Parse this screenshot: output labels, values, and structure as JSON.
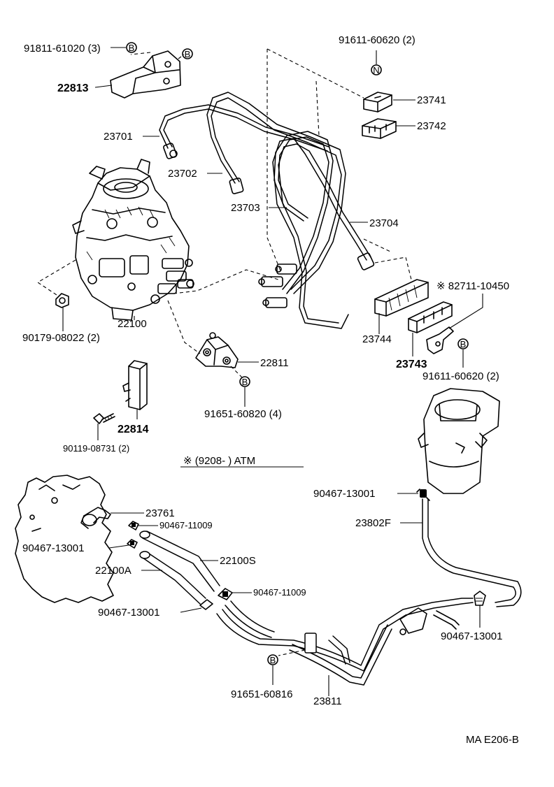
{
  "labels": {
    "p91811": "91811-61020 (3)",
    "p22813": "22813",
    "p23701": "23701",
    "p23702": "23702",
    "p23703": "23703",
    "p23704": "23704",
    "p91611a": "91611-60620 (2)",
    "p23741": "23741",
    "p23742": "23742",
    "p82711": "※ 82711-10450",
    "p23744": "23744",
    "p23743": "23743",
    "p91611b": "91611-60620 (2)",
    "p90179": "90179-08022 (2)",
    "p22100": "22100",
    "p22811": "22811",
    "p22814": "22814",
    "p91651a": "91651-60820 (4)",
    "p90119": "90119-08731 (2)",
    "atm_note": "※ (9208-        ) ATM",
    "p90467a": "90467-13001",
    "p23802F": "23802F",
    "p23761": "23761",
    "p90467b": "90467-11009",
    "p90467c": "90467-13001",
    "p22100S": "22100S",
    "p22100A": "22100A",
    "p90467d": "90467-11009",
    "p90467e": "90467-13001",
    "p90467f": "90467-13001",
    "p91651b": "91651-60816",
    "p23811": "23811",
    "ref_code": "MA E206-B"
  },
  "markers": {
    "b": "B",
    "n": "N"
  }
}
